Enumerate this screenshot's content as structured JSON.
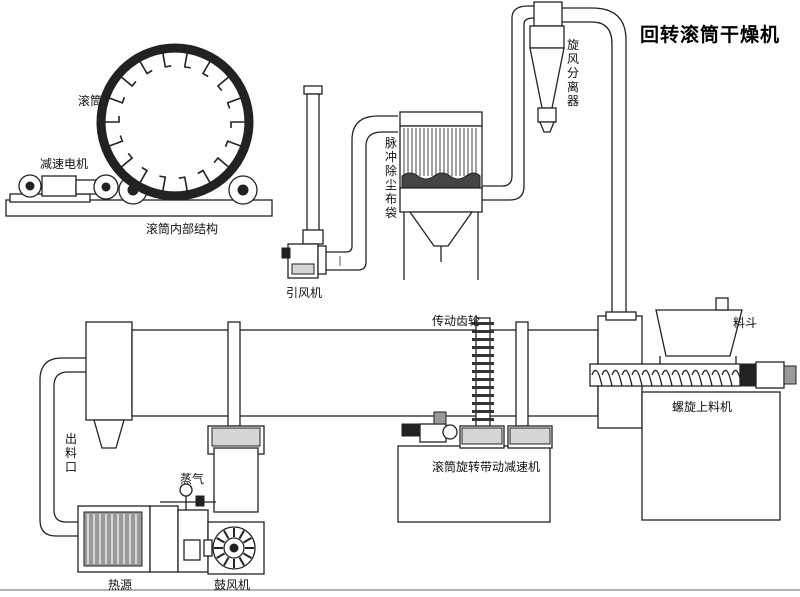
{
  "title": "回转滚筒干燥机",
  "labels": {
    "drum": "滚筒",
    "reducer_motor": "减速电机",
    "drum_internal": "滚筒内部结构",
    "induced_fan": "引风机",
    "pulse_dust_bag": "脉冲除尘布袋",
    "cyclone": "旋风分离器",
    "transmission_gear": "传动齿轮",
    "hopper": "料斗",
    "screw_feeder": "螺旋上料机",
    "outlet": "出料口",
    "steam": "蒸气",
    "drum_drive_reducer": "滚筒旋转带动减速机",
    "heat_source": "热源",
    "blower": "鼓风机"
  }
}
